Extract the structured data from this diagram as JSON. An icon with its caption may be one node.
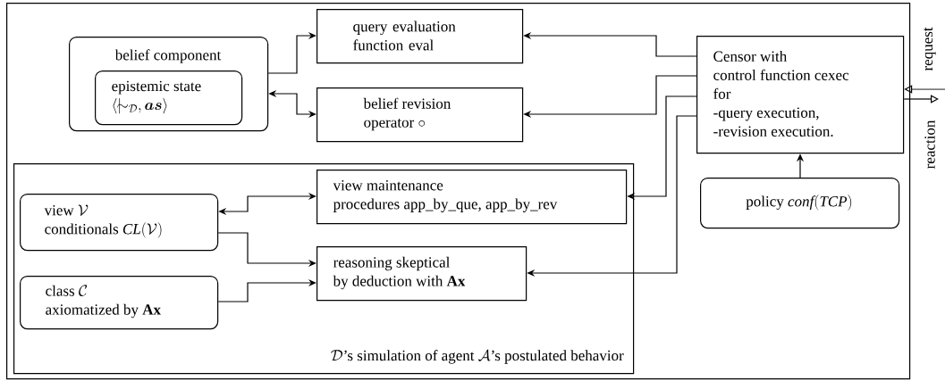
{
  "diagram": {
    "nodes": [
      {
        "text": [],
        "shape": "box"
      },
      {
        "text": [
          "belief component"
        ],
        "in": 0
      },
      {
        "text": [
          "epistemic state",
          "\\langle \\mathrel{|}\\!\\!\\sim_{\\mathcal{D}}, \\boldsymbol{as} \\rangle"
        ],
        "in": 1
      },
      {
        "text": [
          "query evaluation function eval"
        ],
        "in": 0
      },
      {
        "text": [
          "belief revision",
          "\\text{operator } \\circ"
        ],
        "in": 0
      },
      {
        "text": [
          "Censor with",
          "control function cexec",
          "for",
          "-query execution,",
          "-revision execution."
        ],
        "in": 0
      },
      {
        "text": [
          "\\text{policy } \\mathit{conf}(\\mathit{TCP})"
        ],
        "in": 0
      },
      {
        "text": [
          "\\mathcal{D}\\text{'s simulation of agent } \\mathcal{A}\\text{'s postulated behavior}"
        ],
        "in": 0
      },
      {
        "text": [
          "view maintenance",
          "procedures app_by_que, app_by_rev"
        ],
        "in": 7
      },
      {
        "text": [
          "\\text{view } \\mathcal{V}",
          "\\text{conditionals } \\mathit{CL}(\\mathcal{V})"
        ],
        "in": 7
      },
      {
        "text": [
          "reasoning skeptical",
          "\\text{by deduction with } \\mathbf{Ax}"
        ],
        "in": 7
      },
      {
        "text": [
          "\\text{class } \\mathcal{C}",
          "axiomatized by **Ax**"
        ],
        "in": 7
      }
    ],
    "edges": [
      {
        "from": 1,
        "to": 3,
        "arrow": "to"
      },
      {
        "from": 1,
        "to": 4,
        "arrow": "both"
      },
      {
        "from": 5,
        "to": 3,
        "arrow": "to"
      },
      {
        "from": 5,
        "to": 4,
        "arrow": "to"
      },
      {
        "from": 5,
        "to": 8,
        "arrow": "to"
      },
      {
        "from": 5,
        "to": 10,
        "arrow": "to"
      },
      {
        "from": 9,
        "to": 8,
        "arrow": "both"
      },
      {
        "from": 9,
        "to": 10,
        "arrow": "to"
      },
      {
        "from": 11,
        "to": 10,
        "arrow": "to"
      },
      {
        "from": 6,
        "to": 5,
        "arrow": "to"
      },
      {
        "from": null,
        "to": 5,
        "arrow": "to",
        "label": "request"
      },
      {
        "from": 5,
        "to": null,
        "arrow": "to",
        "label": "reaction"
      }
    ]
  }
}
